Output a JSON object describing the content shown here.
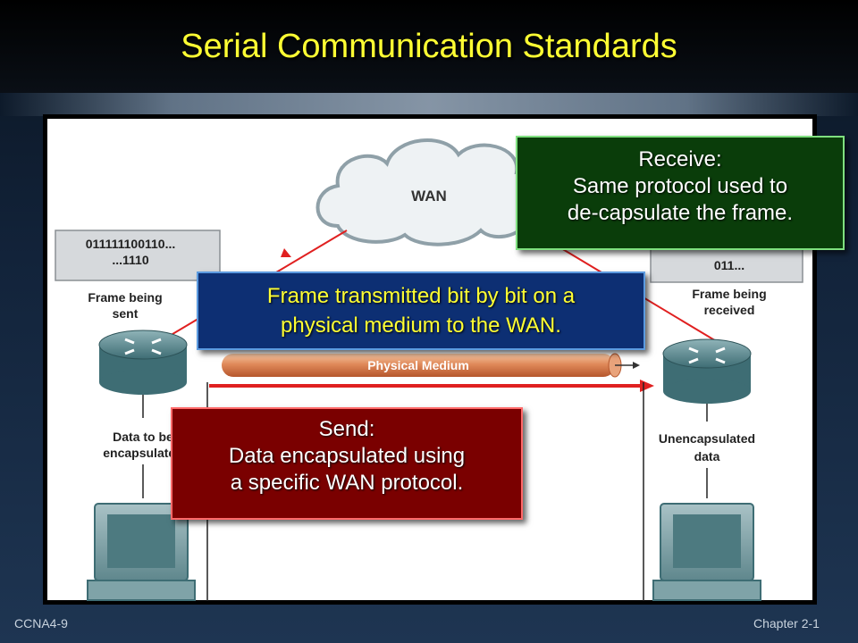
{
  "slide": {
    "title": "Serial Communication Standards",
    "footer_left": "CCNA4-9",
    "footer_right": "Chapter 2-1"
  },
  "diagram": {
    "cloud_label": "WAN",
    "sent_bits_line1": "011111100110...",
    "sent_bits_line2": "...1110",
    "received_bits": "011...",
    "frame_sent_line1": "Frame being",
    "frame_sent_line2": "sent",
    "frame_received_line1": "Frame being",
    "frame_received_line2": "received",
    "medium_label": "Physical Medium",
    "data_left_line1": "Data to be",
    "data_left_line2": "encapsulated",
    "data_right_line1": "Unencapsulated",
    "data_right_line2": "data"
  },
  "callouts": {
    "receive": {
      "heading": "Receive:",
      "line1": "Same protocol used to",
      "line2": "de-capsulate the frame."
    },
    "frame": {
      "line1": "Frame transmitted bit by bit on a",
      "line2": "physical medium to the WAN."
    },
    "send": {
      "heading": "Send:",
      "line1": "Data encapsulated using",
      "line2": "a specific WAN protocol."
    }
  },
  "colors": {
    "title": "#ffff33",
    "receive_bg": "#0a3d0a",
    "frame_bg": "#0d2f73",
    "send_bg": "#7a0000",
    "link_red": "#e02020"
  }
}
